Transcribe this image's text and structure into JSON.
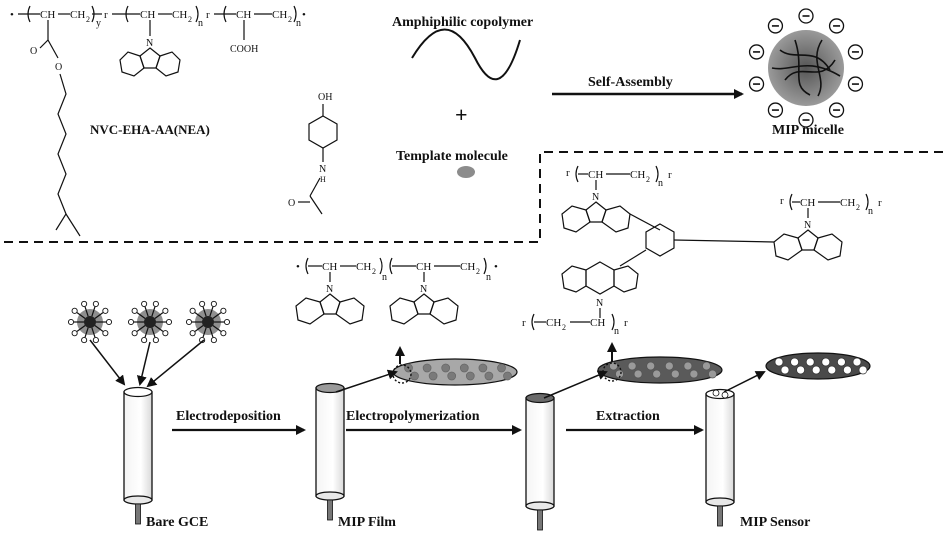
{
  "top": {
    "polymer_name": "NVC-EHA-AA(NEA)",
    "polymer_groups": {
      "segment_y": "y",
      "segment_n1": "n",
      "segment_n2": "n",
      "r1": "r",
      "r2": "r",
      "r3": "r",
      "ch": "CH",
      "ch2": "CH",
      "ch2_group": "CH",
      "ch2_sub": "2",
      "carbonyl_o": "O",
      "ester_o": "O",
      "n_atom": "N",
      "cooh": "COOH"
    },
    "template_struct": {
      "oh": "OH",
      "nh": "N",
      "h": "H",
      "o": "O"
    },
    "amphiphilic_label": "Amphiphilic copolymer",
    "plus": "+",
    "template_label": "Template molecule",
    "self_assembly_label": "Self-Assembly",
    "micelle_label": "MIP micelle",
    "micelle_charge": "−"
  },
  "top_right_structure": {
    "r": "r",
    "n": "n",
    "ch": "CH",
    "ch2": "CH",
    "sub2": "2",
    "n_atom": "N"
  },
  "film_structure": {
    "dot_left": "•",
    "dot_right": "•",
    "ch": "CH",
    "ch2": "CH",
    "sub2": "2",
    "n": "n",
    "n_atom": "N"
  },
  "bottom": {
    "steps": [
      {
        "label": "Electrodeposition"
      },
      {
        "label": "Electropolymerization"
      },
      {
        "label": "Extraction"
      }
    ],
    "electrodes": [
      {
        "label": "Bare GCE"
      },
      {
        "label": "MIP Film"
      },
      {
        "label": ""
      },
      {
        "label": "MIP Sensor"
      }
    ]
  },
  "colors": {
    "ink": "#111111",
    "film_fill": "#a8a8a8",
    "film_dot": "#6e6e6e",
    "sensor_fill": "#4a4a4a",
    "micelle_fill": "#8f8f8f"
  }
}
